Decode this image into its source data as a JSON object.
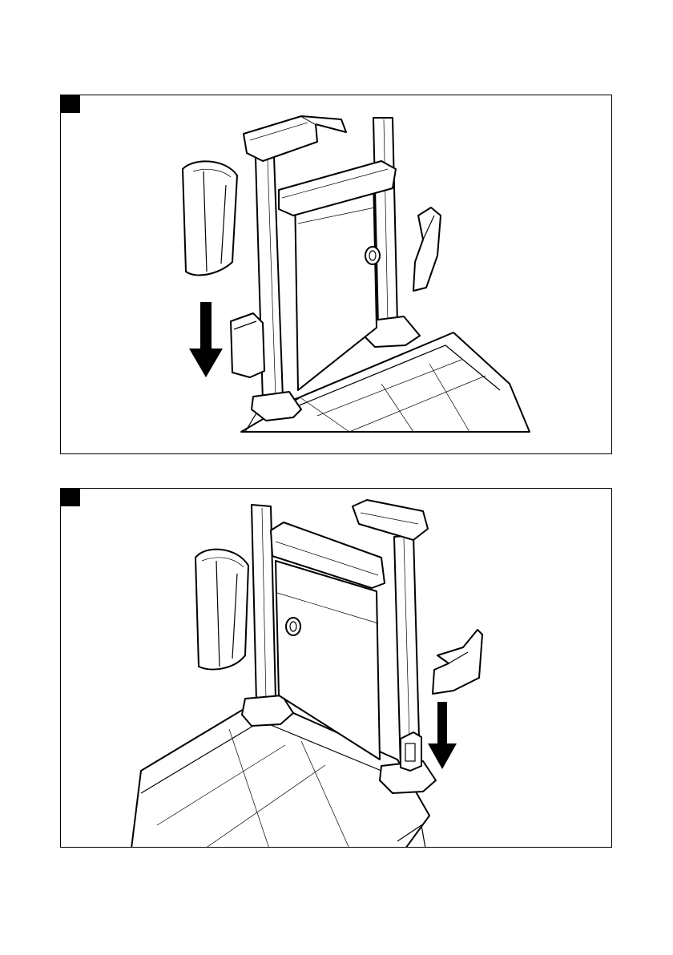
{
  "page": {
    "kind": "assembly-instruction-figures",
    "background": "#ffffff",
    "line_color": "#000000"
  },
  "figures": [
    {
      "id": "step-1",
      "marker_text": "",
      "arrow_direction": "down",
      "icon": "down-arrow-icon"
    },
    {
      "id": "step-2",
      "marker_text": "",
      "arrow_direction": "down",
      "icon": "down-arrow-icon"
    }
  ]
}
